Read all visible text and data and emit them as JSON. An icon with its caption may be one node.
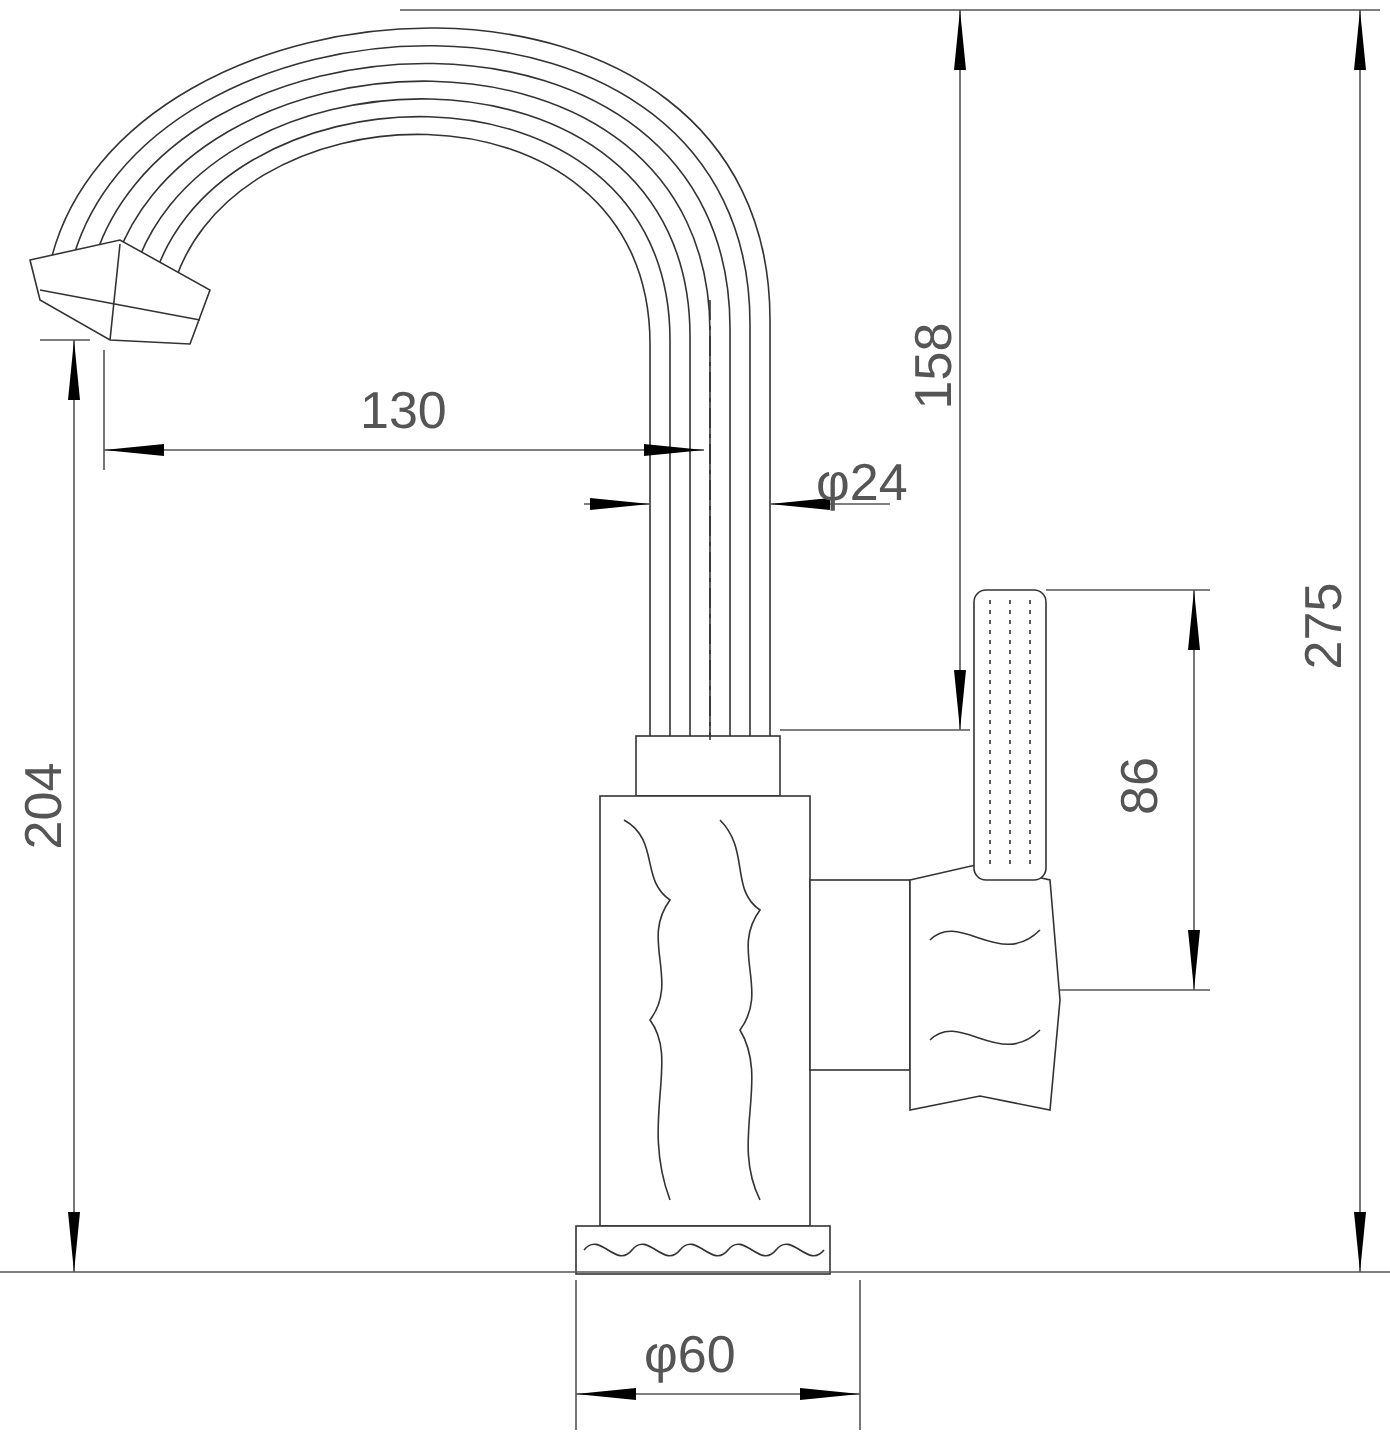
{
  "diagram": {
    "labels": [
      "130",
      "φ24",
      "158",
      "275",
      "204",
      "86",
      "φ60"
    ]
  }
}
